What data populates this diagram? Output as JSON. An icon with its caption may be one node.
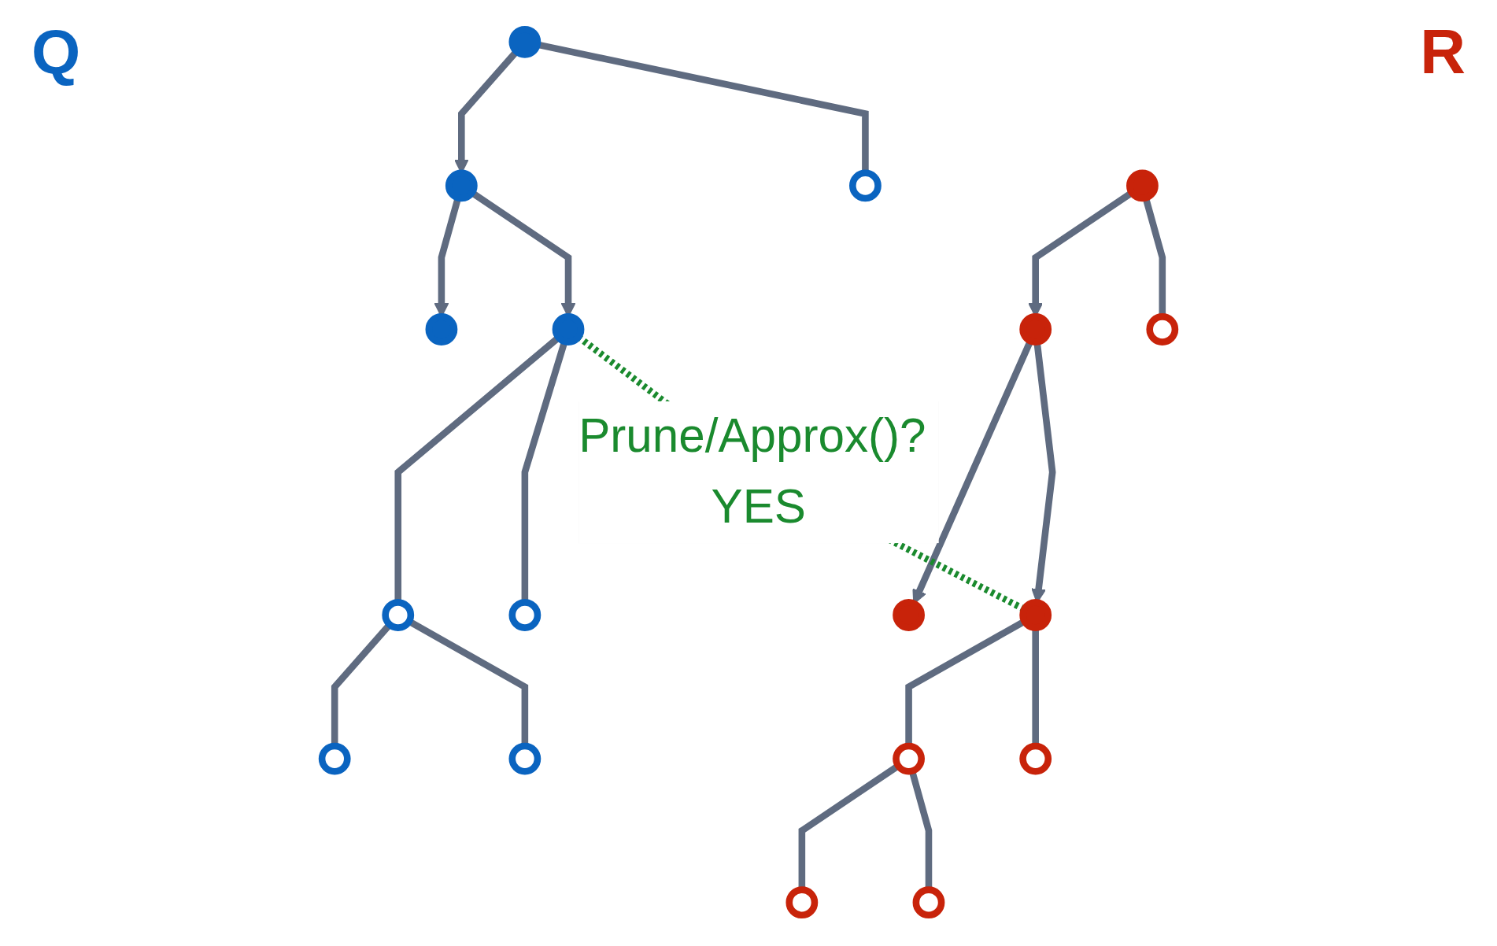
{
  "diagram": {
    "nodes": [
      {
        "text": [],
        "shape": "circle"
      },
      {
        "text": [],
        "shape": "circle"
      },
      {
        "text": [],
        "shape": "circle"
      },
      {
        "text": [],
        "shape": "circle"
      },
      {
        "text": [],
        "shape": "circle"
      },
      {
        "text": [],
        "shape": "circle"
      },
      {
        "text": [],
        "shape": "circle"
      },
      {
        "text": [],
        "shape": "circle"
      },
      {
        "text": [],
        "shape": "circle"
      },
      {
        "text": [],
        "shape": "circle"
      },
      {
        "text": [],
        "shape": "circle"
      },
      {
        "text": [],
        "shape": "circle"
      },
      {
        "text": [],
        "shape": "circle"
      },
      {
        "text": [],
        "shape": "circle"
      },
      {
        "text": [],
        "shape": "circle"
      },
      {
        "text": [],
        "shape": "circle"
      },
      {
        "text": [],
        "shape": "circle"
      },
      {
        "text": [],
        "shape": "circle"
      }
    ],
    "edges": [
      {
        "from": 0,
        "to": 1,
        "arrow": "to"
      },
      {
        "from": 0,
        "to": 2,
        "arrow": "none"
      },
      {
        "from": 1,
        "to": 3,
        "arrow": "to"
      },
      {
        "from": 1,
        "to": 4,
        "arrow": "to"
      },
      {
        "from": 4,
        "to": 5,
        "arrow": "none"
      },
      {
        "from": 4,
        "to": 6,
        "arrow": "none"
      },
      {
        "from": 5,
        "to": 7,
        "arrow": "none"
      },
      {
        "from": 5,
        "to": 8,
        "arrow": "none"
      },
      {
        "from": 9,
        "to": 10,
        "arrow": "to"
      },
      {
        "from": 9,
        "to": 11,
        "arrow": "none"
      },
      {
        "from": 10,
        "to": 12,
        "arrow": "to"
      },
      {
        "from": 10,
        "to": 13,
        "arrow": "to"
      },
      {
        "from": 13,
        "to": 14,
        "arrow": "none"
      },
      {
        "from": 13,
        "to": 15,
        "arrow": "none"
      },
      {
        "from": 14,
        "to": 16,
        "arrow": "none"
      },
      {
        "from": 14,
        "to": 17,
        "arrow": "none"
      },
      {
        "from": 4,
        "to": 13,
        "arrow": "none",
        "label": "Prune/Approx()? YES",
        "style": "dashed",
        "color": "#1a8a2e"
      }
    ],
    "labels": [
      "Q",
      "R"
    ]
  }
}
